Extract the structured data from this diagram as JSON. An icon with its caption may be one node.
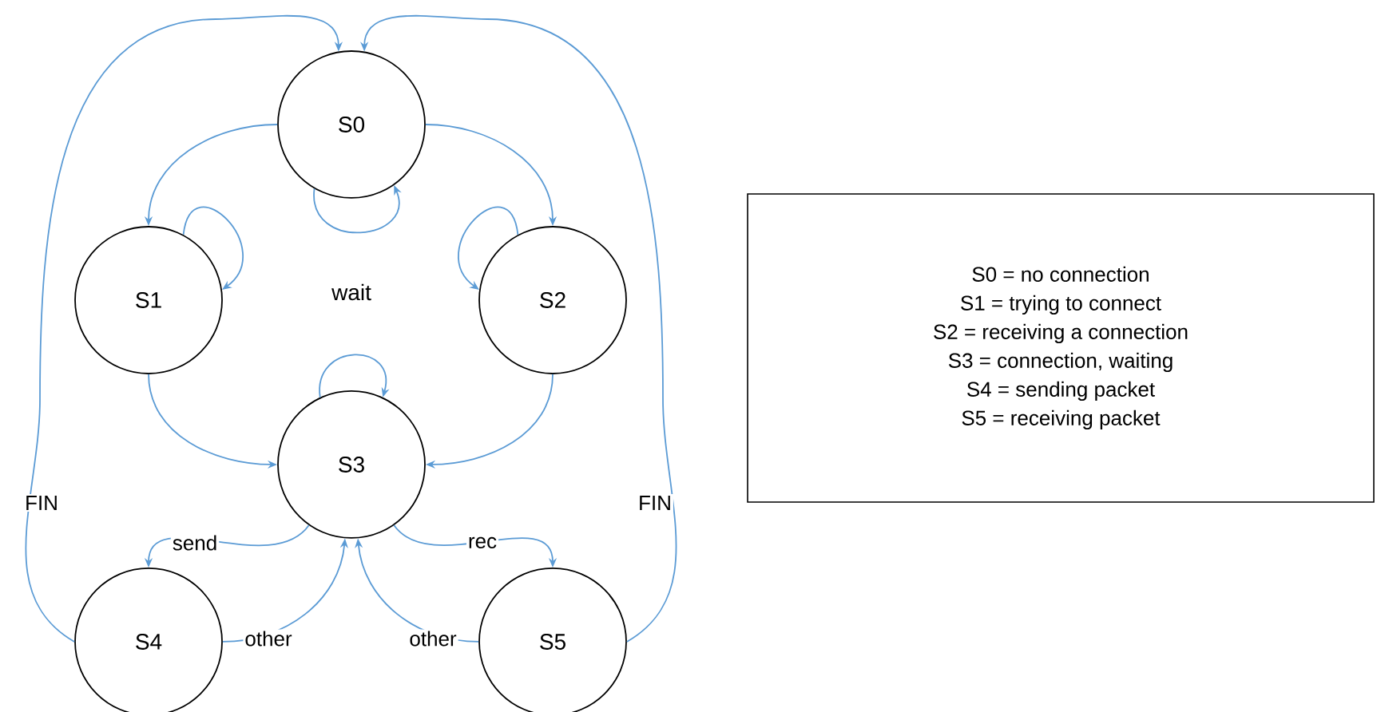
{
  "diagram": {
    "nodes": [
      {
        "text": [
          "S0"
        ]
      },
      {
        "text": [
          "S1"
        ]
      },
      {
        "text": [
          "S2"
        ]
      },
      {
        "text": [
          "S3"
        ]
      },
      {
        "text": [
          "S4"
        ]
      },
      {
        "text": [
          "S5"
        ]
      },
      {
        "text": [
          "S0 = no connection",
          "S1 = trying to connect",
          "S2 = receiving a connection",
          "S3 = connection, waiting",
          "S4 = sending packet",
          "S5 = receiving packet"
        ]
      }
    ],
    "edges": [
      {
        "from": 0,
        "to": 1,
        "arrow": "to"
      },
      {
        "from": 0,
        "to": 2,
        "arrow": "to"
      },
      {
        "from": 0,
        "to": 0,
        "arrow": "to"
      },
      {
        "from": 1,
        "to": 1,
        "arrow": "to"
      },
      {
        "from": 2,
        "to": 2,
        "arrow": "to"
      },
      {
        "from": 1,
        "to": 3,
        "arrow": "to"
      },
      {
        "from": 2,
        "to": 3,
        "arrow": "to"
      },
      {
        "from": 3,
        "to": 3,
        "arrow": "to"
      },
      {
        "from": 3,
        "to": 4,
        "arrow": "to",
        "label": "send"
      },
      {
        "from": 3,
        "to": 5,
        "arrow": "to",
        "label": "rec"
      },
      {
        "from": 4,
        "to": 3,
        "arrow": "to",
        "label": "other"
      },
      {
        "from": 5,
        "to": 3,
        "arrow": "to",
        "label": "other"
      },
      {
        "from": 4,
        "to": 0,
        "arrow": "to",
        "label": "FIN"
      },
      {
        "from": 5,
        "to": 0,
        "arrow": "to",
        "label": "FIN"
      }
    ],
    "labels": [
      "wait"
    ]
  }
}
